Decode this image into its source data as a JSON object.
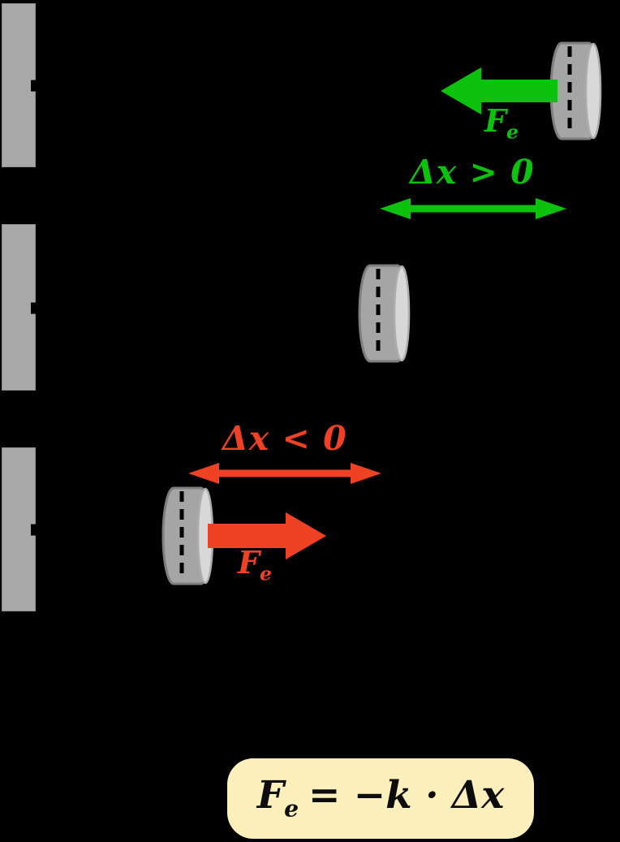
{
  "colors": {
    "background": "#000000",
    "positive": "#0CC20C",
    "negative": "#EF4123",
    "wall": "#A9A9A9",
    "wall-border": "#8E8E8E",
    "cyl-body": "#A5A5A5",
    "cyl-border": "#7E7E7E",
    "cyl-face": "#D8D8D8",
    "cyl-face-border": "#ADADAD",
    "formula-bg": "#FBF0BC",
    "formula-text": "#0D0D0D"
  },
  "stretched": {
    "force_symbol": "F",
    "force_subscript": "e",
    "displacement_label": "Δx > 0"
  },
  "compressed": {
    "force_symbol": "F",
    "force_subscript": "e",
    "displacement_label": "Δx < 0"
  },
  "formula": {
    "symbol": "F",
    "subscript": "e",
    "expression": "= −k · Δx"
  },
  "icons": {
    "restoring_force_stretched": "thick-arrow-left",
    "restoring_force_compressed": "thick-arrow-right",
    "displacement_range": "double-headed-arrow",
    "center_of_mass": "vertical-dashed-line"
  }
}
